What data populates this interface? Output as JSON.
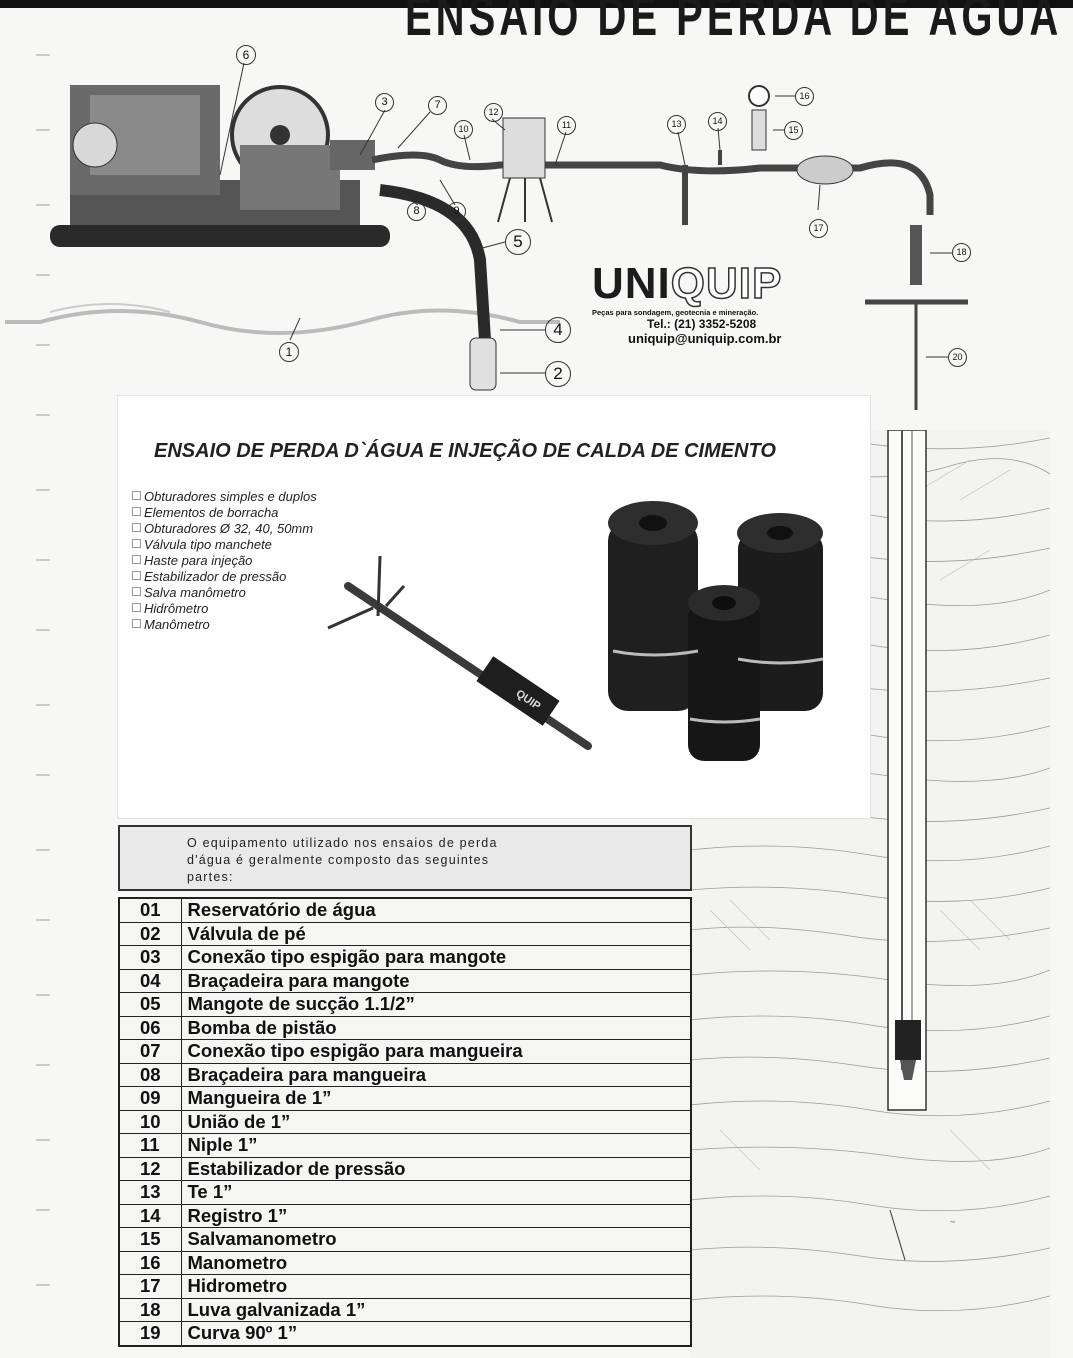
{
  "page": {
    "title": "ENSAIO DE PERDA DE ÁGUA"
  },
  "diagram": {
    "callouts": [
      "1",
      "2",
      "3",
      "4",
      "5",
      "6",
      "7",
      "8",
      "9",
      "10",
      "11",
      "12",
      "13",
      "14",
      "15",
      "16",
      "17",
      "18",
      "20"
    ]
  },
  "logo": {
    "brand_part1": "UNI",
    "brand_part2": "QUIP",
    "tagline": "Peças para sondagem, geotecnia e mineração.",
    "phone": "Tel.: (21) 3352-5208",
    "email": "uniquip@uniquip.com.br"
  },
  "product_panel": {
    "heading": "ENSAIO DE PERDA D`ÁGUA  E INJEÇÃO DE CALDA DE CIMENTO",
    "items": [
      "Obturadores simples e duplos",
      "Elementos de borracha",
      "Obturadores Ø 32, 40, 50mm",
      "Válvula tipo manchete",
      "Haste para injeção",
      "Estabilizador de pressão",
      "Salva manômetro",
      "Hidrômetro",
      "Manômetro"
    ],
    "tool_label": "QUIP"
  },
  "intro": {
    "text": "O equipamento utilizado nos ensaios de perda d'água é geralmente composto das seguintes partes:"
  },
  "parts_table": {
    "rows": [
      {
        "num": "01",
        "name": "Reservatório de água"
      },
      {
        "num": "02",
        "name": "Válvula de pé"
      },
      {
        "num": "03",
        "name": "Conexão tipo espigão para mangote"
      },
      {
        "num": "04",
        "name": "Braçadeira para mangote"
      },
      {
        "num": "05",
        "name": "Mangote de sucção 1.1/2”"
      },
      {
        "num": "06",
        "name": "Bomba de pistão"
      },
      {
        "num": "07",
        "name": "Conexão tipo espigão para mangueira"
      },
      {
        "num": "08",
        "name": "Braçadeira para mangueira"
      },
      {
        "num": "09",
        "name": "Mangueira de 1”"
      },
      {
        "num": "10",
        "name": "União de 1”"
      },
      {
        "num": "11",
        "name": "Niple 1”"
      },
      {
        "num": "12",
        "name": "Estabilizador de pressão"
      },
      {
        "num": "13",
        "name": "Te 1”"
      },
      {
        "num": "14",
        "name": "Registro 1”"
      },
      {
        "num": "15",
        "name": "Salvamanometro"
      },
      {
        "num": "16",
        "name": "Manometro"
      },
      {
        "num": "17",
        "name": "Hidrometro"
      },
      {
        "num": "18",
        "name": "Luva galvanizada 1”"
      },
      {
        "num": "19",
        "name": "Curva 90º 1”"
      }
    ]
  }
}
